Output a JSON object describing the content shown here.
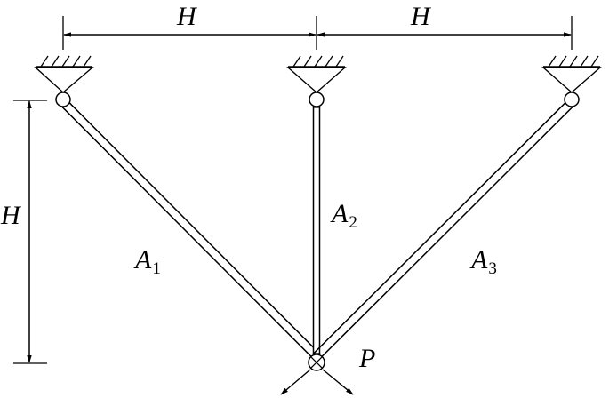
{
  "dimensions": {
    "horizontal_left": "H",
    "horizontal_right": "H",
    "vertical": "H"
  },
  "bars": [
    {
      "symbol": "A",
      "subscript": "1"
    },
    {
      "symbol": "A",
      "subscript": "2"
    },
    {
      "symbol": "A",
      "subscript": "3"
    }
  ],
  "load_point": "P",
  "colors": {
    "ink": "#000000",
    "background": "#ffffff"
  }
}
